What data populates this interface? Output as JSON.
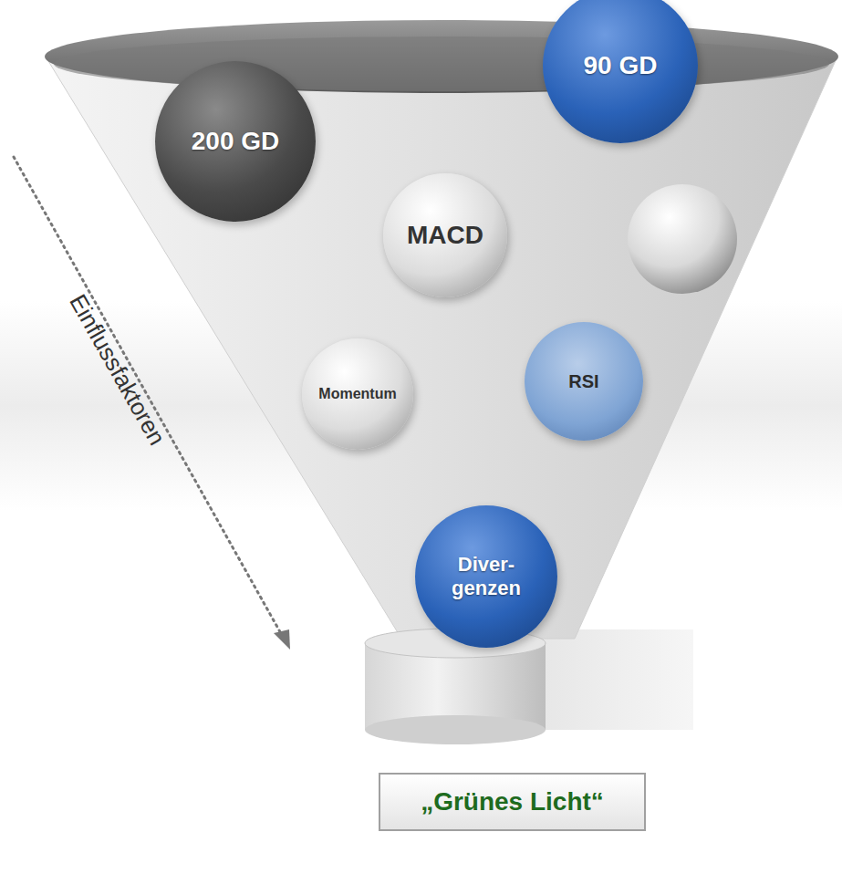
{
  "diagram": {
    "nodes": [
      {
        "text": [
          "200 GD"
        ]
      },
      {
        "text": [
          "90 GD"
        ]
      },
      {
        "text": [
          "MACD"
        ]
      },
      {
        "text": [
          "Momentum"
        ]
      },
      {
        "text": [
          "RSI"
        ]
      },
      {
        "text": [
          "Diver- genzen"
        ]
      },
      {
        "text": [
          "„Grünes Licht“"
        ]
      }
    ],
    "labels": [
      "Einflussfaktoren"
    ]
  }
}
